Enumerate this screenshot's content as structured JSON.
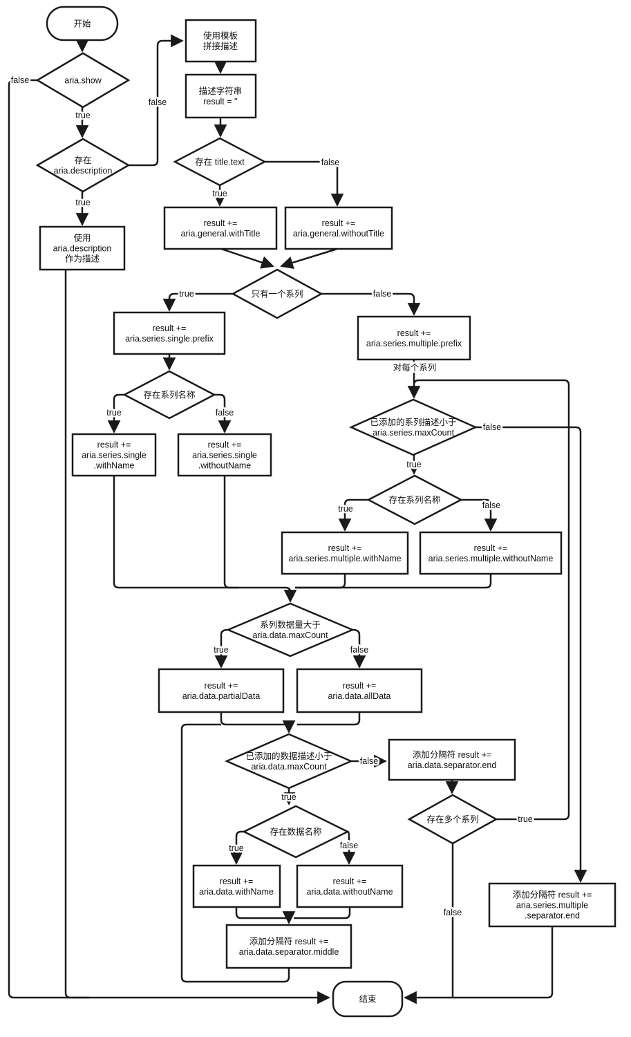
{
  "colors": {
    "stroke": "#1a1a1a",
    "fill": "#ffffff",
    "text": "#111111",
    "background": "#ffffff"
  },
  "nodes": {
    "start": {
      "lines": [
        "开始"
      ]
    },
    "aria_show": {
      "lines": [
        "aria.show"
      ]
    },
    "has_description": {
      "lines": [
        "存在",
        "aria.description"
      ]
    },
    "use_description": {
      "lines": [
        "使用",
        "aria.description",
        "作为描述"
      ]
    },
    "use_template": {
      "lines": [
        "使用模板",
        "拼接描述"
      ]
    },
    "init_result": {
      "lines": [
        "描述字符串",
        "result = ''"
      ]
    },
    "has_title": {
      "lines": [
        "存在 title.text"
      ]
    },
    "with_title": {
      "lines": [
        "result +=",
        "aria.general.withTitle"
      ]
    },
    "without_title": {
      "lines": [
        "result +=",
        "aria.general.withoutTitle"
      ]
    },
    "single_series": {
      "lines": [
        "只有一个系列"
      ]
    },
    "single_prefix": {
      "lines": [
        "result +=",
        "aria.series.single.prefix"
      ]
    },
    "multiple_prefix": {
      "lines": [
        "result +=",
        "aria.series.multiple.prefix"
      ]
    },
    "series_under_max": {
      "lines": [
        "已添加的系列描述小于",
        "aria.series.maxCount"
      ]
    },
    "has_series_name_single": {
      "lines": [
        "存在系列名称"
      ]
    },
    "single_with_name": {
      "lines": [
        "result +=",
        "aria.series.single",
        ".withName"
      ]
    },
    "single_without_name": {
      "lines": [
        "result +=",
        "aria.series.single",
        ".withoutName"
      ]
    },
    "has_series_name_multi": {
      "lines": [
        "存在系列名称"
      ]
    },
    "multiple_with_name": {
      "lines": [
        "result +=",
        "aria.series.multiple.withName"
      ]
    },
    "multiple_without_name": {
      "lines": [
        "result +=",
        "aria.series.multiple.withoutName"
      ]
    },
    "data_over_max": {
      "lines": [
        "系列数据量大于",
        "aria.data.maxCount"
      ]
    },
    "partial_data": {
      "lines": [
        "result +=",
        "aria.data.partialData"
      ]
    },
    "all_data": {
      "lines": [
        "result +=",
        "aria.data.allData"
      ]
    },
    "data_under_max": {
      "lines": [
        "已添加的数据描述小于",
        "aria.data.maxCount"
      ]
    },
    "data_separator_end": {
      "lines": [
        "添加分隔符 result +=",
        "aria.data.separator.end"
      ]
    },
    "has_data_name": {
      "lines": [
        "存在数据名称"
      ]
    },
    "data_with_name": {
      "lines": [
        "result +=",
        "aria.data.withName"
      ]
    },
    "data_without_name": {
      "lines": [
        "result +=",
        "aria.data.withoutName"
      ]
    },
    "data_separator_middle": {
      "lines": [
        "添加分隔符 result +=",
        "aria.data.separator.middle"
      ]
    },
    "multiple_series_exist": {
      "lines": [
        "存在多个系列"
      ]
    },
    "series_separator_end": {
      "lines": [
        "添加分隔符 result +=",
        "aria.series.multiple",
        ".separator.end"
      ]
    },
    "end": {
      "lines": [
        "结束"
      ]
    }
  },
  "edge_labels": {
    "show_false": "false",
    "show_true": "true",
    "desc_false": "false",
    "desc_true": "true",
    "title_true": "true",
    "title_false": "false",
    "one_series_true": "true",
    "one_series_false": "false",
    "foreach_series": "对每个系列",
    "series_max_false": "false",
    "series_max_true": "true",
    "series_name_true": "true",
    "series_name_false": "false",
    "single_name_true": "true",
    "single_name_false": "false",
    "data_size_true": "true",
    "data_size_false": "false",
    "data_max_false": "false",
    "data_max_true": "true",
    "data_name_true": "true",
    "data_name_false": "false",
    "multi_series_true": "true",
    "multi_series_false": "false"
  }
}
